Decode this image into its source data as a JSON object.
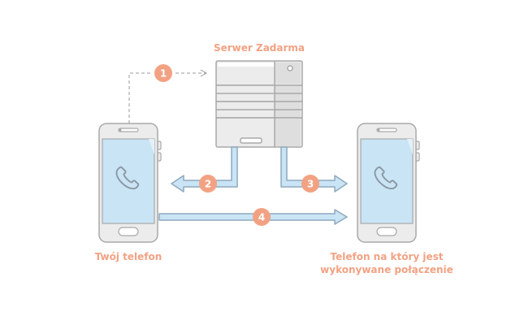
{
  "server": {
    "title": "Serwer Zadarma"
  },
  "left_phone": {
    "label": "Twój telefon"
  },
  "right_phone": {
    "label_line1": "Telefon na który jest",
    "label_line2": "wykonywane połączenie"
  },
  "steps": [
    "1",
    "2",
    "3",
    "4"
  ],
  "colors": {
    "accent": "#f2a283",
    "outline": "#a9a9a9",
    "device_body": "#ececec",
    "screen": "#c9e4f5",
    "arrow_fill": "#c9e4f5",
    "arrow_stroke": "#8fa9bd",
    "dashed": "#9a9a9a"
  },
  "icons": [
    "phone-handset-icon",
    "server-icon",
    "arrow-icon"
  ]
}
